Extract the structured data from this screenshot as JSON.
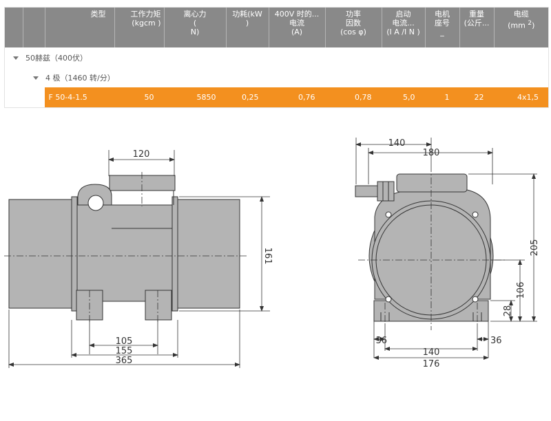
{
  "table": {
    "headers": [
      {
        "key": "type",
        "lines": [
          "类型"
        ]
      },
      {
        "key": "torque",
        "lines": [
          "工作力矩",
          "(kgcm )"
        ]
      },
      {
        "key": "force",
        "lines": [
          "离心力",
          "(",
          "N)"
        ]
      },
      {
        "key": "power",
        "lines": [
          "功耗(kW",
          ")"
        ]
      },
      {
        "key": "current",
        "lines": [
          "400V 时的...",
          "电流",
          "(A)"
        ]
      },
      {
        "key": "pf",
        "lines": [
          "功率",
          "因数",
          "(cos φ)"
        ]
      },
      {
        "key": "start",
        "lines": [
          "启动",
          "电流...",
          "(I A /I N )"
        ]
      },
      {
        "key": "frame",
        "lines": [
          "电机",
          "座号",
          "_"
        ]
      },
      {
        "key": "weight",
        "lines": [
          "重量",
          "(公斤..."
        ]
      },
      {
        "key": "cable",
        "lines": [
          "电缆",
          "(mm",
          "2",
          ")"
        ]
      }
    ],
    "group1": "50赫兹（400伏）",
    "group2": "4 极（1460 转/分）",
    "row": {
      "type": "F 50-4-1.5",
      "torque": "50",
      "force": "5850",
      "power": "0,25",
      "current": "0,76",
      "pf": "0,78",
      "start": "5,0",
      "frame": "1",
      "weight": "22",
      "cable": "4x1,5"
    }
  },
  "drawing": {
    "side_view": {
      "top_width": "120",
      "height": "161",
      "foot_inner": "105",
      "foot_outer": "155",
      "total_length": "365"
    },
    "front_view": {
      "width_140": "140",
      "width_180": "180",
      "height_205": "205",
      "axis_height": "106",
      "foot_height": "28",
      "foot_width_left": "36",
      "foot_width_right": "36",
      "base_140": "140",
      "base_176": "176"
    }
  },
  "colors": {
    "header_bg": "#898989",
    "row_accent": "#f3901f"
  }
}
